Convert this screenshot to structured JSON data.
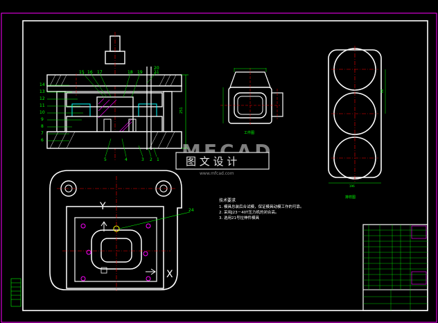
{
  "watermark": {
    "logo_letters": "MFCAD",
    "text": "图 文 设 计",
    "url": "www.mfcad.com"
  },
  "technical_requirements": {
    "title": "技术要求",
    "items": [
      "1. 模具总装后合试模，保证模具动模工作的可靠。",
      "2. 采用J23－40T压力机的闭合高。",
      "3. 选用21号拉伸件模具"
    ]
  },
  "part_views": {
    "workpiece_label": "工件图",
    "blank_label": "排样图"
  },
  "section_view": {
    "part_numbers_top": [
      "15",
      "16",
      "17",
      "18",
      "19",
      "20",
      "21"
    ],
    "part_numbers_left": [
      "14",
      "13",
      "12",
      "11",
      "10",
      "9",
      "8",
      "7",
      "6"
    ],
    "part_numbers_bottom": [
      "5",
      "4",
      "3",
      "2",
      "1"
    ]
  },
  "plan_view": {
    "axis_y": "Y",
    "axis_x": "X",
    "callout": "24"
  },
  "colors": {
    "background": "#000000",
    "outline": "#ffffff",
    "border": "#ff00ff",
    "centerline": "#ff0000",
    "dimension": "#00ff00",
    "hidden": "#ffff00",
    "accent": "#00ffff"
  }
}
